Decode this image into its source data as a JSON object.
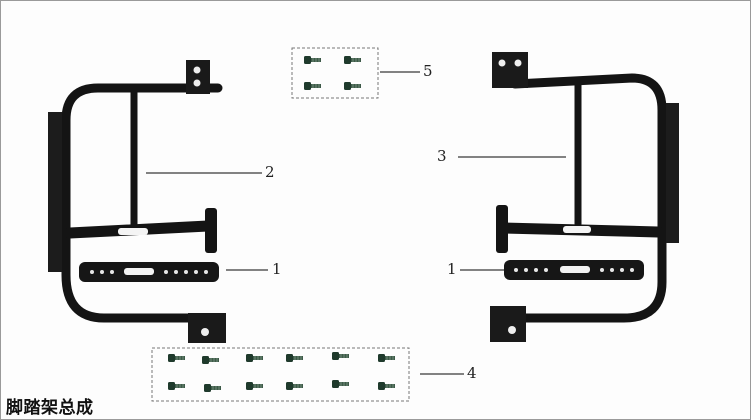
{
  "caption": "脚踏架总成",
  "callouts": {
    "c1_left": "1",
    "c1_right": "1",
    "c2": "2",
    "c3": "3",
    "c4": "4",
    "c5": "5"
  },
  "colors": {
    "metal": "#141414",
    "leader": "#3a3a3a",
    "dash": "#777777",
    "bolt": "#2c4a3a"
  }
}
